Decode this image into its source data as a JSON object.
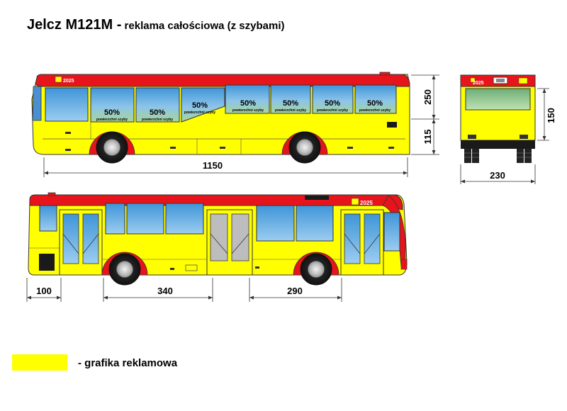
{
  "title": {
    "main": "Jelcz M121M -",
    "sub": " reklama całościowa (z szybami)"
  },
  "colors": {
    "ad_yellow": "#ffff00",
    "roof_red": "#e8141c",
    "window_blue": "#6bb0e2",
    "window_green": "#a4d294",
    "door_gray": "#bdbdbd",
    "dark": "#1a1a1a"
  },
  "logo_year": "2025",
  "window_label": {
    "percent": "50%",
    "caption": "powierzchni szyby"
  },
  "dimensions": {
    "side_top_length": "1150",
    "side_top_height": "250",
    "side_top_lower": "115",
    "rear_width": "230",
    "rear_height": "150",
    "front_overhang": "100",
    "door_span_1": "340",
    "door_span_2": "290"
  },
  "legend": {
    "label": "- grafika reklamowa"
  }
}
